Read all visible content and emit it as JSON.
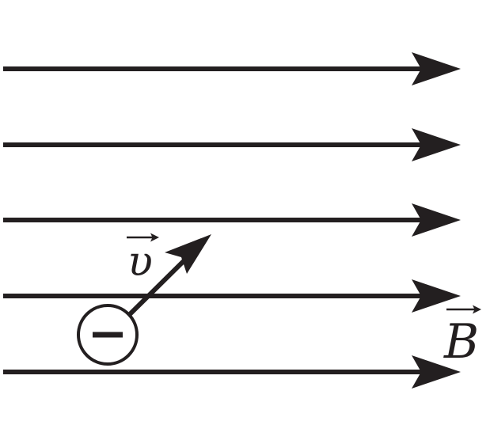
{
  "field": {
    "line_count": 5,
    "label": "B",
    "direction": "right"
  },
  "particle": {
    "charge_symbol": "−",
    "charge_sign": "negative"
  },
  "velocity": {
    "label": "υ",
    "direction": "up-right"
  },
  "colors": {
    "ink": "#231f20",
    "background": "#ffffff"
  }
}
